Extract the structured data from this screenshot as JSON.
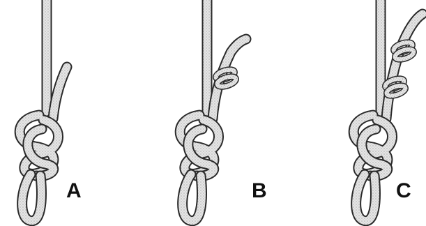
{
  "diagram": {
    "colors": {
      "rope_fill": "#e4e4e4",
      "rope_outline": "#2a2a2a",
      "rope_texture": "#8a8a8a",
      "label": "#111111"
    },
    "panels": [
      {
        "label": "A",
        "icon": "figure-eight-knot-icon"
      },
      {
        "label": "B",
        "icon": "figure-eight-knot-with-overhand-stopper-icon"
      },
      {
        "label": "C",
        "icon": "figure-eight-knot-with-double-stopper-icon"
      }
    ]
  }
}
